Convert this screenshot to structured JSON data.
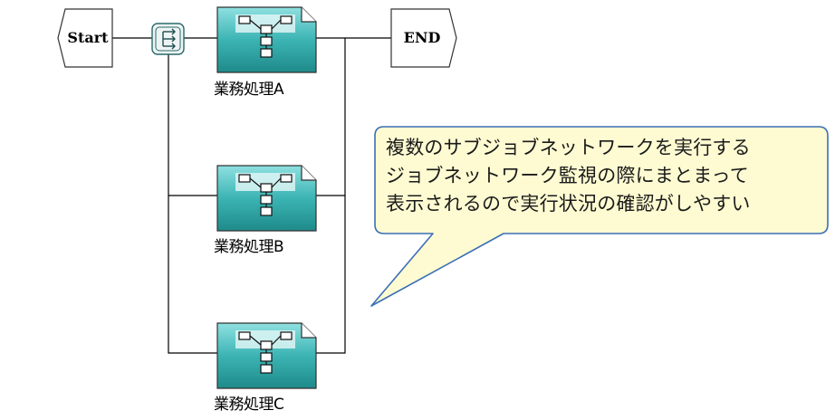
{
  "flow": {
    "start_label": "Start",
    "end_label": "END",
    "jobs": [
      {
        "label": "業務処理A"
      },
      {
        "label": "業務処理B"
      },
      {
        "label": "業務処理C"
      }
    ]
  },
  "callout": {
    "lines": [
      "複数のサブジョブネットワークを実行する",
      "ジョブネットワーク監視の際にまとまって",
      "表示されるので実行状況の確認がしやすい"
    ]
  },
  "colors": {
    "job_fill": "#3cb4b4",
    "callout_fill": "#fefbd2",
    "callout_border": "#3b6fb6"
  }
}
